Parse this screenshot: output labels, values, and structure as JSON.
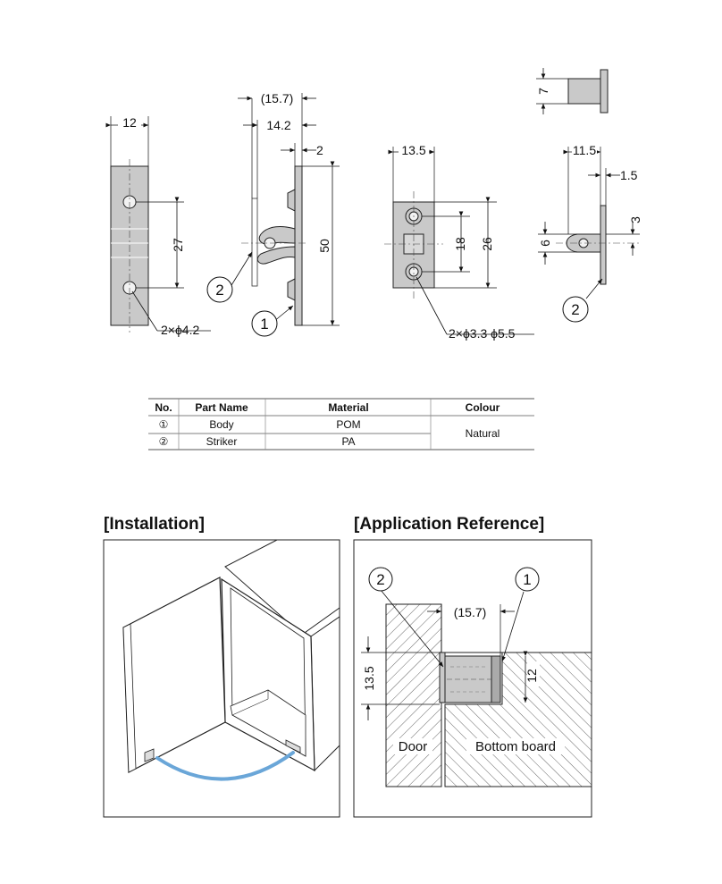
{
  "dimensions": {
    "body_width": "12",
    "hole_pitch": "27",
    "body_holes": "2×ϕ4.2",
    "overall_depth": "(15.7)",
    "striker_depth": "14.2",
    "flange": "2",
    "height": "50",
    "striker_width": "13.5",
    "striker_pitch": "18",
    "striker_height": "26",
    "striker_holes": "2×ϕ3.3 ϕ5.5",
    "pin_height": "7",
    "pin_length": "11.5",
    "plate_thickness": "1.5",
    "pin_dia": "6",
    "pin_offset": "3"
  },
  "callouts": {
    "one": "1",
    "two": "2"
  },
  "table": {
    "headers": [
      "No.",
      "Part Name",
      "Material",
      "Colour"
    ],
    "rows": [
      {
        "no": "①",
        "part": "Body",
        "material": "POM"
      },
      {
        "no": "②",
        "part": "Striker",
        "material": "PA"
      }
    ],
    "colour": "Natural"
  },
  "installation": {
    "title": "[Installation]"
  },
  "application": {
    "title": "[Application Reference]",
    "depth": "(15.7)",
    "height": "13.5",
    "thickness": "12",
    "door_label": "Door",
    "board_label": "Bottom board"
  },
  "colors": {
    "part_fill": "#c9c9c9",
    "arc_blue": "#6aa6d8"
  }
}
